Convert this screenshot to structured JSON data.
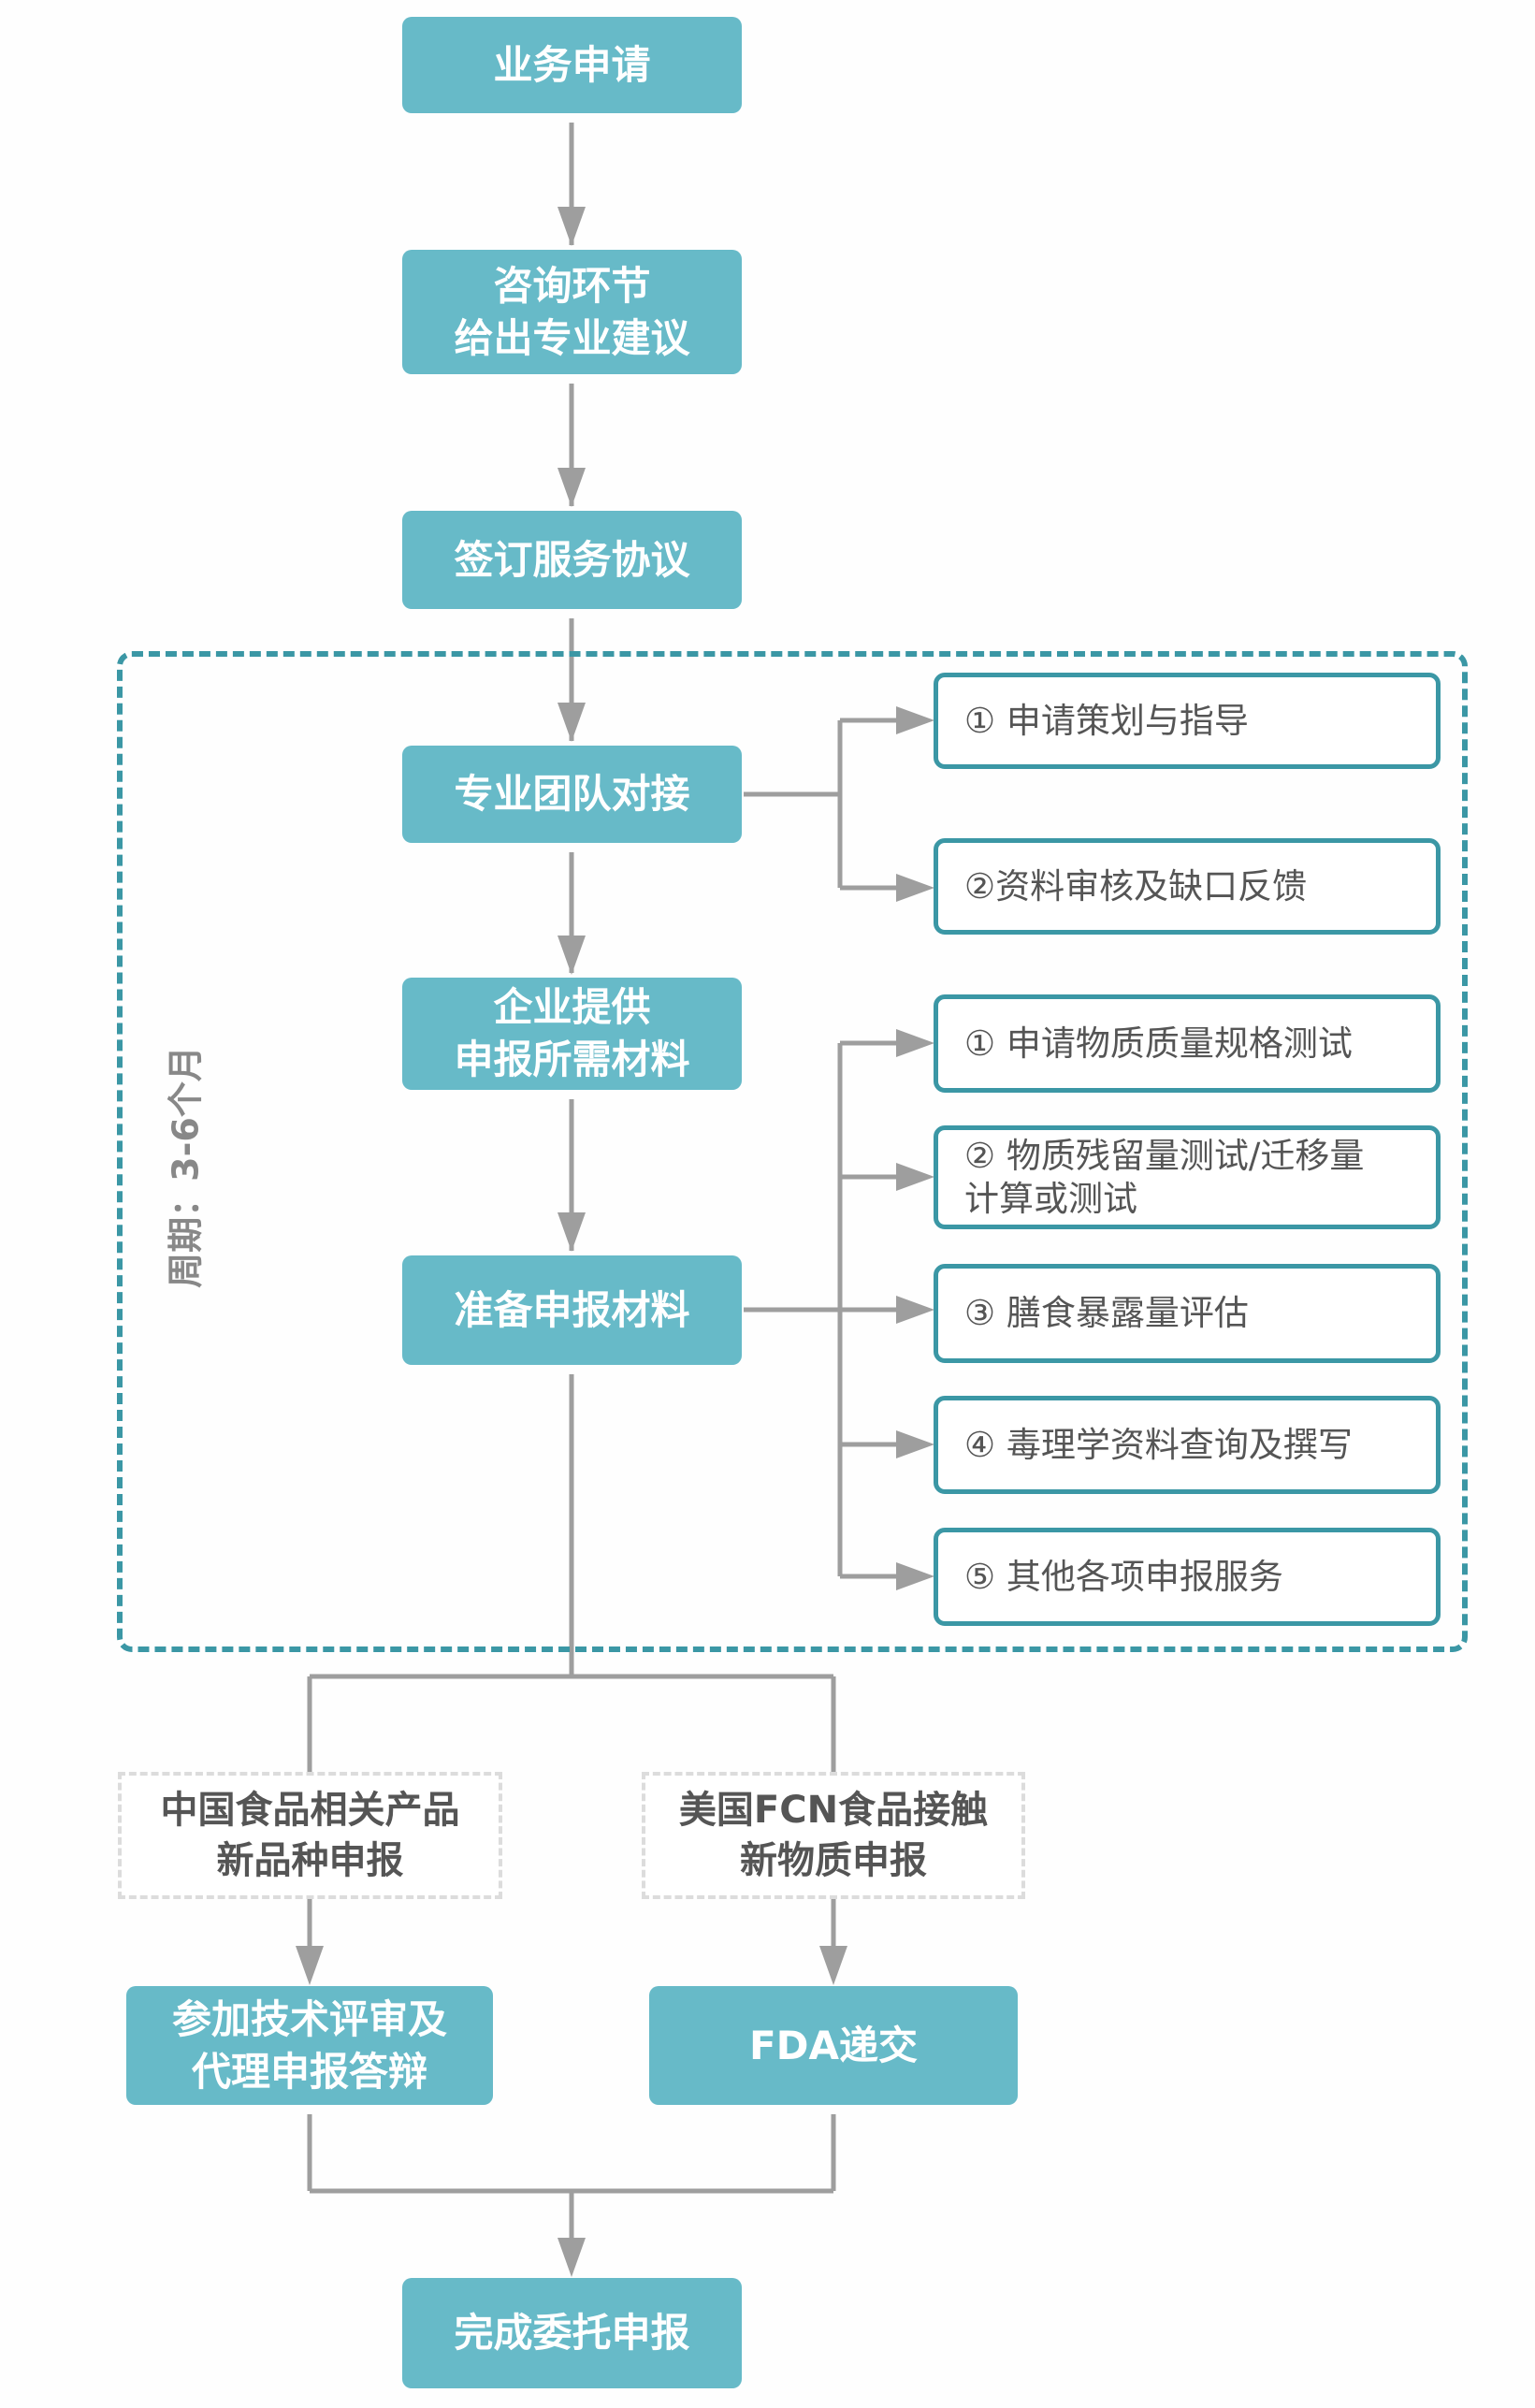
{
  "flow": {
    "steps": [
      {
        "label": "业务申请"
      },
      {
        "label": "咨询环节\n给出专业建议"
      },
      {
        "label": "签订服务协议"
      },
      {
        "label": "专业团队对接"
      },
      {
        "label": "企业提供\n申报所需材料"
      },
      {
        "label": "准备申报材料"
      }
    ],
    "cycle_label": "周期：3-6个月",
    "team_tasks": [
      {
        "label": "① 申请策划与指导"
      },
      {
        "label": "②资料审核及缺口反馈"
      }
    ],
    "prepare_tasks": [
      {
        "label": "① 申请物质质量规格测试"
      },
      {
        "label": "② 物质残留量测试/迁移量\n计算或测试"
      },
      {
        "label": "③ 膳食暴露量评估"
      },
      {
        "label": "④ 毒理学资料查询及撰写"
      },
      {
        "label": "⑤ 其他各项申报服务"
      }
    ],
    "branches": [
      {
        "category": "中国食品相关产品\n新品种申报",
        "action": "参加技术评审及\n代理申报答辩"
      },
      {
        "category": "美国FCN食品接触\n新物质申报",
        "action": "FDA递交"
      }
    ],
    "final_step": {
      "label": "完成委托申报"
    }
  },
  "colors": {
    "primary_fill": "#67bac8",
    "accent_border": "#3b97a5",
    "connector": "#9e9e9e",
    "ghost_border": "#dcdcdc"
  }
}
